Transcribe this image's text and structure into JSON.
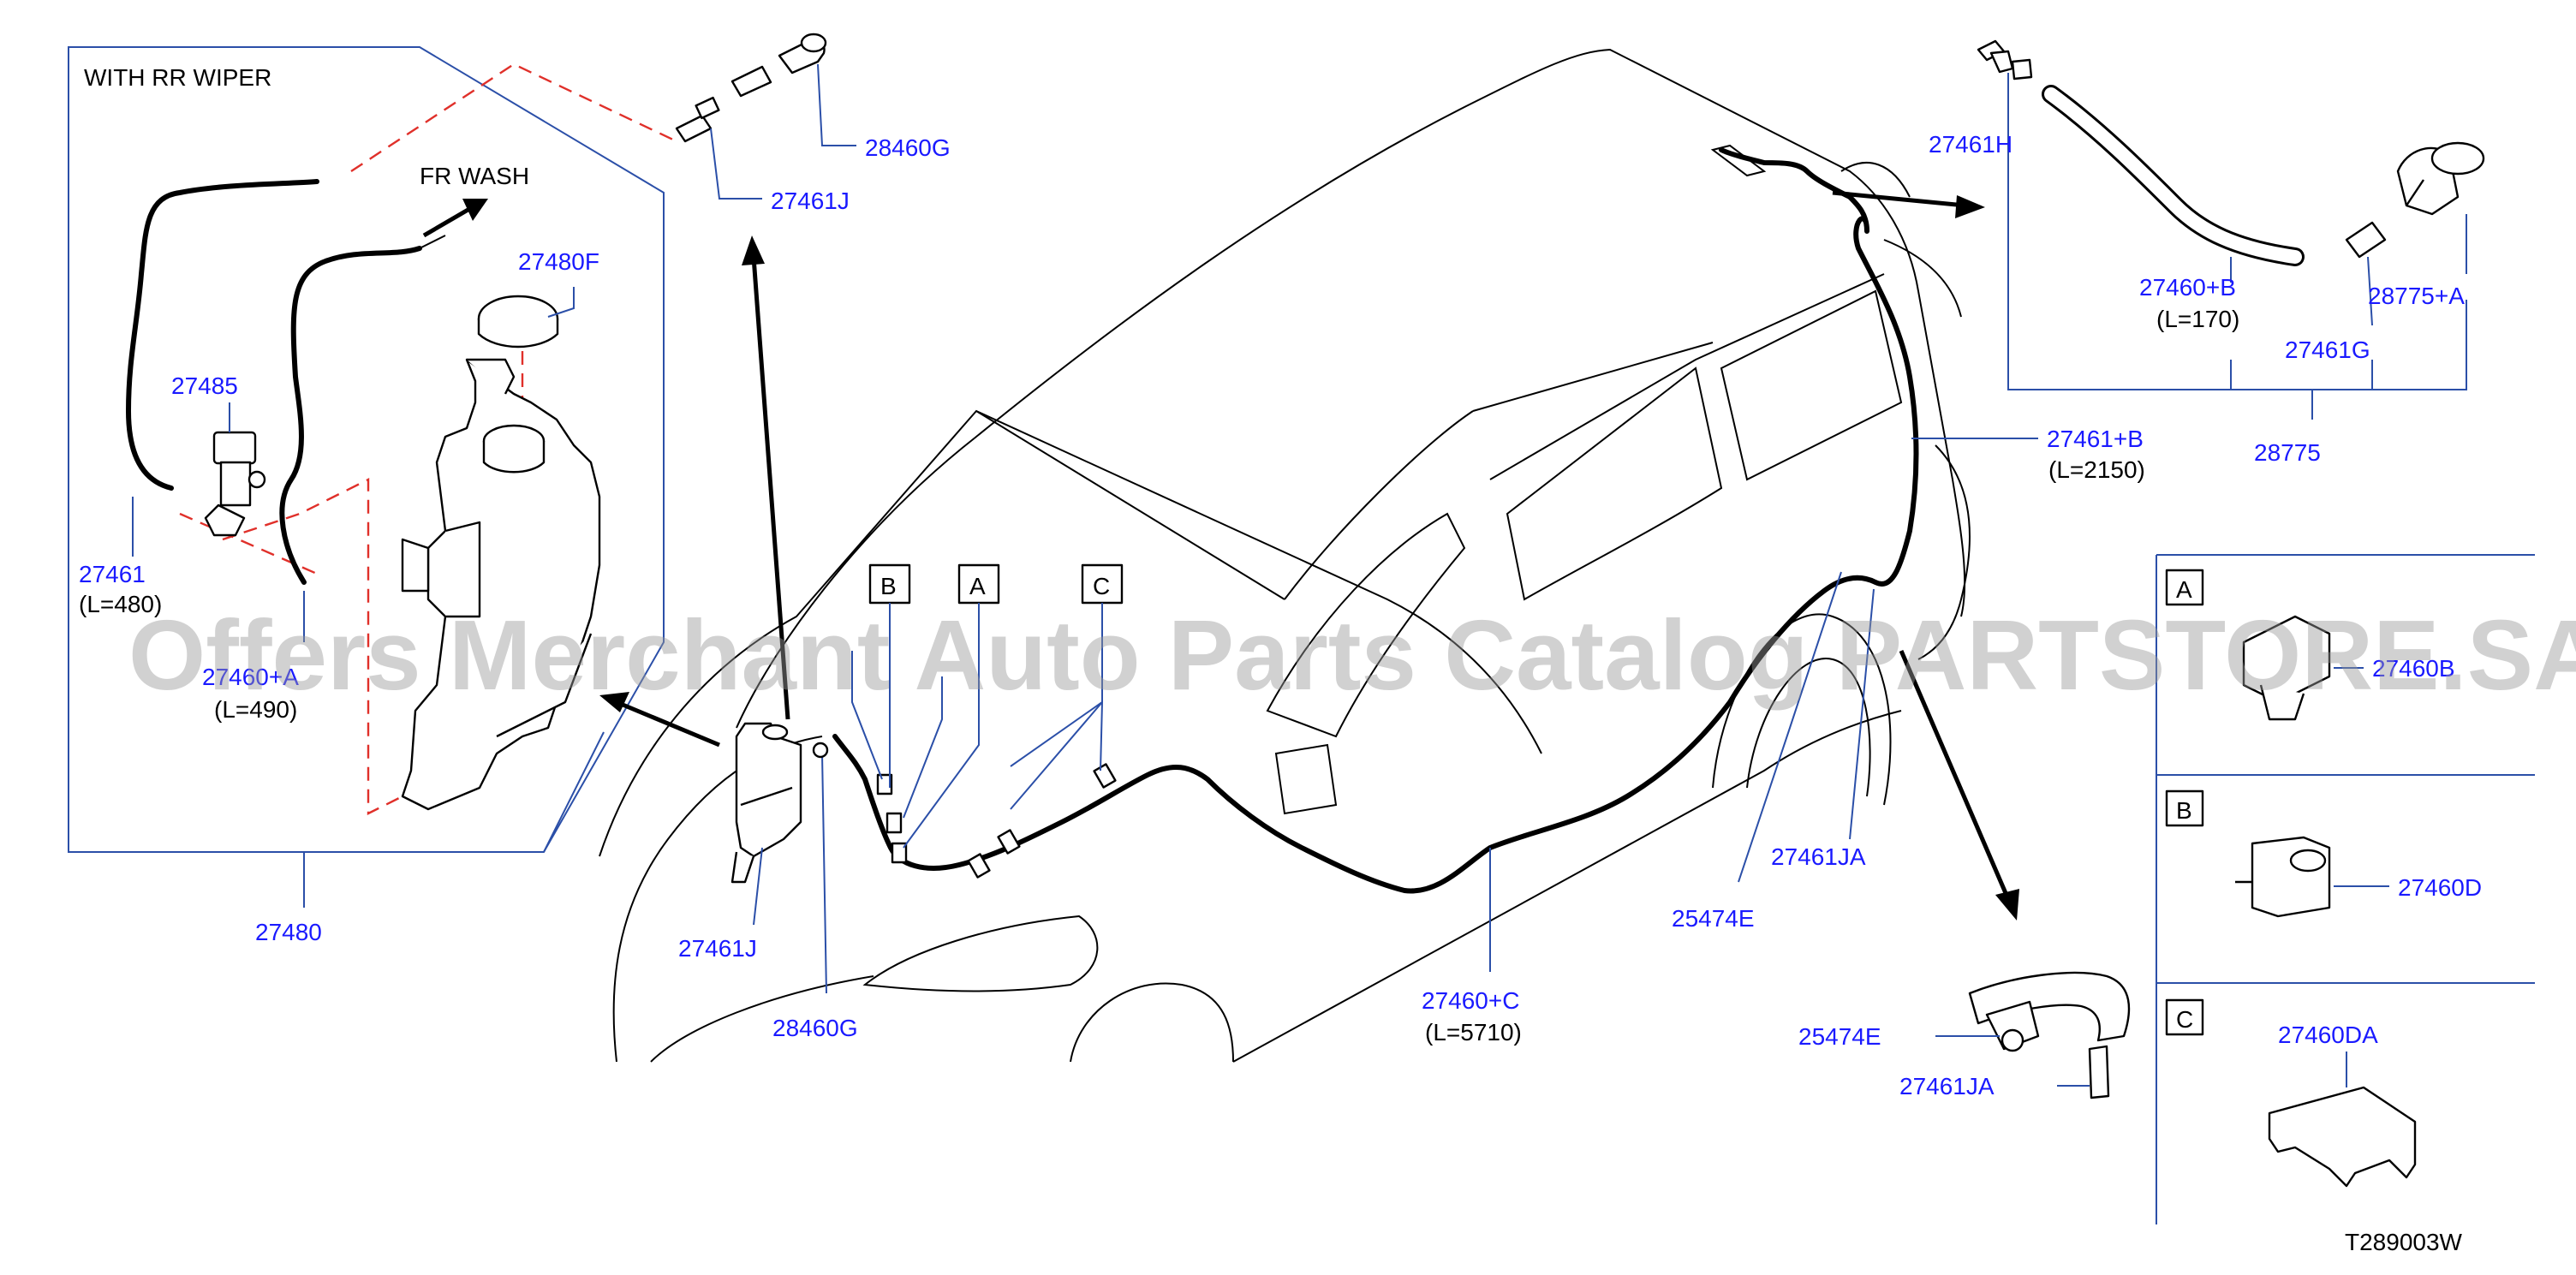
{
  "diagram_code": "T289003W",
  "watermark": "Offers Merchant Auto Parts Catalog PARTSTORE.SA",
  "rear_wiper_inset": {
    "title": "WITH   RR   WIPER",
    "direction_label": "FR   WASH"
  },
  "callouts": {
    "a": "A",
    "b": "B",
    "c": "C"
  },
  "legend": {
    "a": {
      "letter": "A",
      "part": "27460B"
    },
    "b": {
      "letter": "B",
      "part": "27460D"
    },
    "c": {
      "letter": "C",
      "part": "27460DA"
    }
  },
  "part_labels": {
    "p28460G_top": "28460G",
    "p27461J_top": "27461J",
    "p27480F": "27480F",
    "p27485": "27485",
    "p27461": "27461",
    "p27461_len": "(L=480)",
    "p27460A": "27460+A",
    "p27460A_len": "(L=490)",
    "p27480": "27480",
    "p27461J_bot": "27461J",
    "p28460G_bot": "28460G",
    "p27460C": "27460+C",
    "p27460C_len": "(L=5710)",
    "p25474E_mid": "25474E",
    "p27461JA_mid": "27461JA",
    "p27461B": "27461+B",
    "p27461B_len": "(L=2150)",
    "p27461H": "27461H",
    "p27460B_top": "27460+B",
    "p27460B_len": "(L=170)",
    "p28775A": "28775+A",
    "p27461G": "27461G",
    "p28775": "28775",
    "p25474E_det": "25474E",
    "p27461JA_det": "27461JA"
  },
  "colors": {
    "part_number": "#1a1aff",
    "leader_line": "#2b4fa8",
    "phantom_line": "#e0302a",
    "outline": "#000000"
  }
}
